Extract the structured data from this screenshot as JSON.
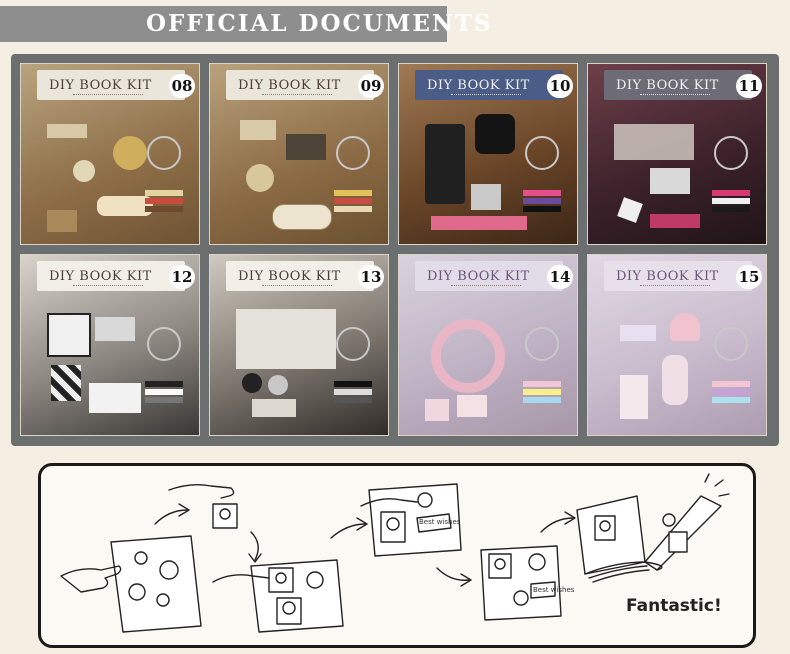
{
  "header": {
    "title": "OFFICIAL DOCUMENTS"
  },
  "kit_title": "DIY BOOK KIT",
  "products": [
    {
      "number": "08"
    },
    {
      "number": "09"
    },
    {
      "number": "10"
    },
    {
      "number": "11"
    },
    {
      "number": "12"
    },
    {
      "number": "13"
    },
    {
      "number": "14"
    },
    {
      "number": "15"
    }
  ],
  "instructions": {
    "caption": "Fantastic!",
    "card_text": "Best wishes"
  },
  "colors": {
    "header_bar": "#8e8e8e",
    "gallery_bg": "#6b6f70",
    "page_bg": "#f4efe2"
  }
}
